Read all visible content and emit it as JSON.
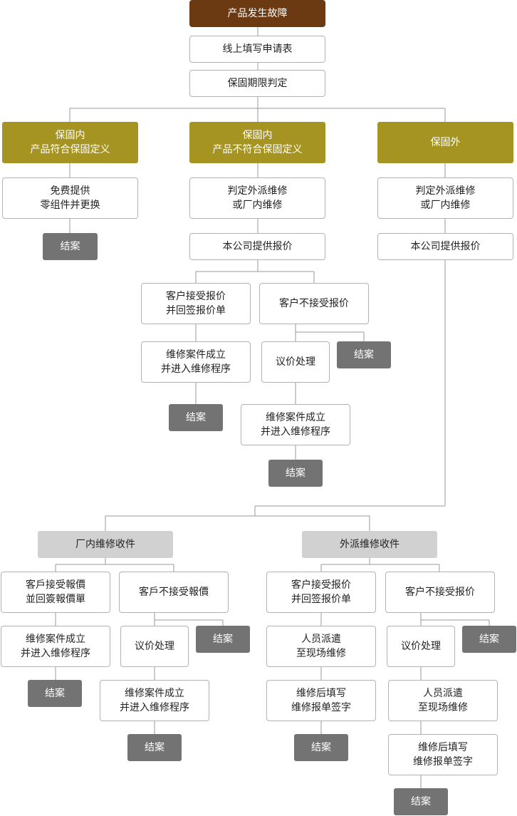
{
  "nodes": {
    "root": "产品发生故障",
    "apply": "线上填写申请表",
    "warranty_check": "保固期限判定",
    "in_warranty_ok": "保固内\n产品符合保固定义",
    "in_warranty_not_ok": "保固内\n产品不符合保固定义",
    "out_warranty": "保固外",
    "free_parts": "免费提供\n零组件并更换",
    "close_1": "结案",
    "decide_mid": "判定外派维修\n或厂内维修",
    "quote_mid": "本公司提供报价",
    "decide_right": "判定外派维修\n或厂内维修",
    "quote_right": "本公司提供报价",
    "mid_accept": "客户接受报价\n并回签报价单",
    "mid_reject": "客户不接受报价",
    "mid_repair_case": "维修案件成立\n并进入维修程序",
    "mid_negotiate": "议价处理",
    "mid_close_reject": "结案",
    "mid_close_accept": "结案",
    "mid_negotiate_case": "维修案件成立\n并进入维修程序",
    "mid_close_negotiate": "结案",
    "factory_repair": "厂内维修收件",
    "onsite_repair": "外派维修收件",
    "f_accept": "客戶接受報價\n並回簽報價單",
    "f_reject": "客戶不接受報價",
    "f_close_reject": "结案",
    "f_repair_case": "维修案件成立\n并进入维修程序",
    "f_negotiate": "议价处理",
    "f_close_accept": "结案",
    "f_negotiate_case": "维修案件成立\n并进入维修程序",
    "f_close_negotiate": "结案",
    "o_accept": "客户接受报价\n并回签报价单",
    "o_reject": "客户不接受报价",
    "o_close_reject": "结案",
    "o_dispatch": "人员派遣\n至现场维修",
    "o_negotiate": "议价处理",
    "o_fill": "维修后填写\n维修报单签字",
    "o_close_accept": "结案",
    "o_dispatch2": "人员派遣\n至现场维修",
    "o_fill2": "维修后填写\n维修报单签字",
    "o_close_negotiate": "结案"
  },
  "colors": {
    "root": "#6b3a12",
    "category": "#a59322",
    "closed": "#737373",
    "repair_type": "#d1d1d1",
    "connector": "#9a9a9a"
  }
}
